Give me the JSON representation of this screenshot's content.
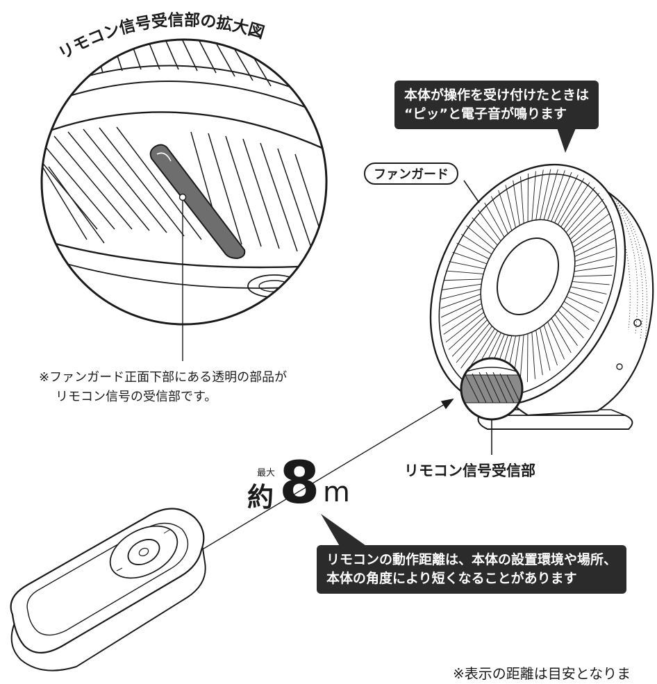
{
  "zoom_title": "リモコン信号受信部の拡大図",
  "callout_beep": [
    "本体が操作を受け付けたときは",
    "“ピッ”と電子音が鳴ります"
  ],
  "fan_guard_label": "ファンガード",
  "receiver_note": [
    "※ファンガード正面下部にある透明の部品が",
    "リモコン信号の受信部です。"
  ],
  "receiver_label": "リモコン信号受信部",
  "distance": {
    "max_label": "最大",
    "prefix": "約",
    "value": "8",
    "unit": "m"
  },
  "callout_range": [
    "リモコンの動作距離は、本体の設置環境や場所、",
    "本体の角度により短くなることがあります"
  ],
  "footnote": "※表示の距離は目安となりま",
  "colors": {
    "ink": "#1a1a1a",
    "bubble": "#2b2b2b",
    "receiver_part": "#6e6e6e"
  }
}
